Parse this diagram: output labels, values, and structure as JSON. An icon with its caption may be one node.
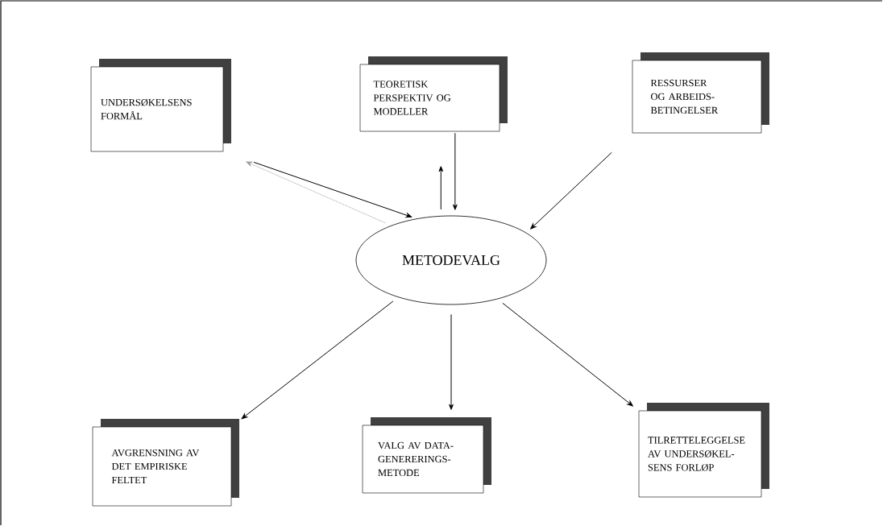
{
  "diagram": {
    "nodes": [
      {
        "text": [
          "UNDERSØKELSENS FORMÅL"
        ]
      },
      {
        "text": [
          "TEORETISK PERSPEKTIV OG MODELLER"
        ]
      },
      {
        "text": [
          "RESSURSER OG ARBEIDS- BETINGELSER"
        ]
      },
      {
        "text": [
          "METODEVALG"
        ]
      },
      {
        "text": [
          "AVGRENSNING AV DET EMPIRISKE FELTET"
        ]
      },
      {
        "text": [
          "VALG AV DATA- GENERERINGS- METODE"
        ]
      },
      {
        "text": [
          "TILRETTELEGGELSE AV UNDERSØKEL- SENS FORLØP"
        ]
      }
    ],
    "edges": [
      {
        "from": 0,
        "to": 3,
        "arrow": "to"
      },
      {
        "from": 3,
        "to": 0,
        "arrow": "to",
        "style": "dashed",
        "color": "#9a9a9a"
      },
      {
        "from": 3,
        "to": 1,
        "arrow": "to"
      },
      {
        "from": 1,
        "to": 3,
        "arrow": "to"
      },
      {
        "from": 2,
        "to": 3,
        "arrow": "to"
      },
      {
        "from": 3,
        "to": 4,
        "arrow": "to"
      },
      {
        "from": 3,
        "to": 5,
        "arrow": "to"
      },
      {
        "from": 3,
        "to": 6,
        "arrow": "to"
      }
    ]
  }
}
